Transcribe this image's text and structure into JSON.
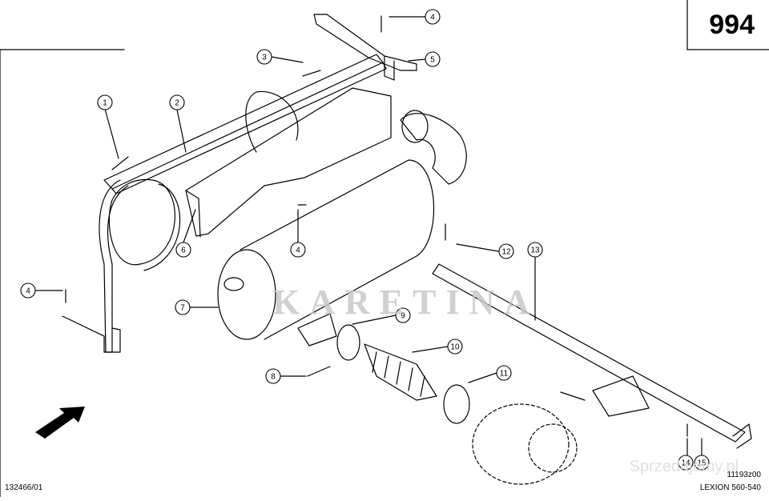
{
  "page_number": "994",
  "drawing_ref_left": "132466/01",
  "drawing_ref_right": "11193z00",
  "model_label": "LEXION 560-540",
  "watermark_text": "KARETINA",
  "marketplace_watermark": "Sprzedajemy.pl",
  "callouts": [
    {
      "id": "c1",
      "label": "1"
    },
    {
      "id": "c2",
      "label": "2"
    },
    {
      "id": "c3",
      "label": "3"
    },
    {
      "id": "c4a",
      "label": "4"
    },
    {
      "id": "c4b",
      "label": "4"
    },
    {
      "id": "c4c",
      "label": "4"
    },
    {
      "id": "c5",
      "label": "5"
    },
    {
      "id": "c6",
      "label": "6"
    },
    {
      "id": "c7",
      "label": "7"
    },
    {
      "id": "c8",
      "label": "8"
    },
    {
      "id": "c9",
      "label": "9"
    },
    {
      "id": "c10",
      "label": "10"
    },
    {
      "id": "c11",
      "label": "11"
    },
    {
      "id": "c12",
      "label": "12"
    },
    {
      "id": "c13",
      "label": "13"
    },
    {
      "id": "c14",
      "label": "14"
    },
    {
      "id": "c15",
      "label": "15"
    }
  ],
  "colors": {
    "line": "#000000",
    "watermark": "#c8c8c8",
    "badge": "#e03030"
  }
}
